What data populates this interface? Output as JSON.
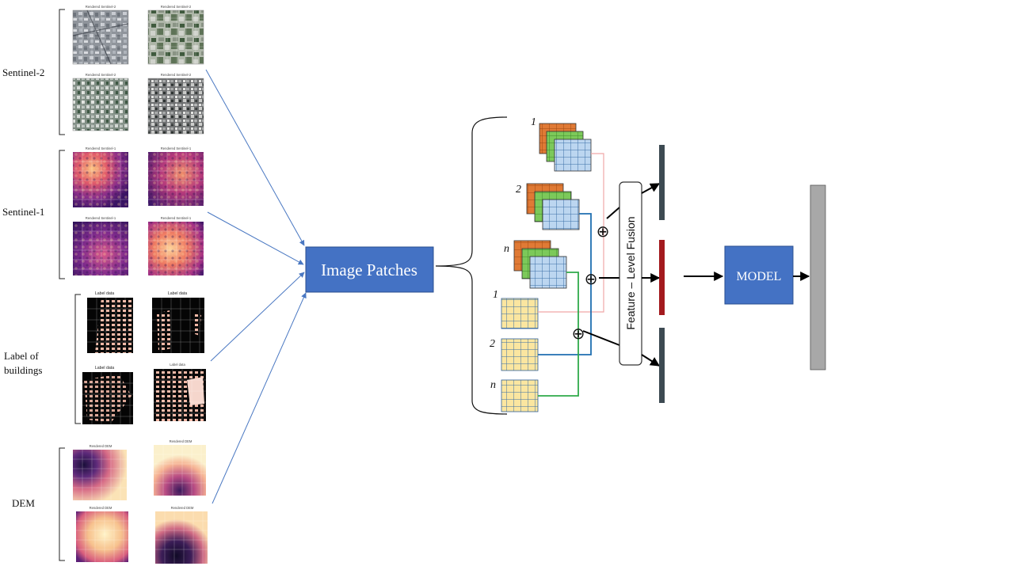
{
  "sources": [
    {
      "label": "Sentinel-2",
      "panels": [
        "Rendered Sentinel-2",
        "Rendered Sentinel-2",
        "Rendered Sentinel-2",
        "Rendered Sentinel-2"
      ]
    },
    {
      "label": "Sentinel-1",
      "panels": [
        "Rendered Sentinel-1",
        "Rendered Sentinel-1",
        "Rendered Sentinel-1",
        "Rendered Sentinel-1"
      ]
    },
    {
      "label_lines": [
        "Label of",
        "buildings"
      ],
      "panels": [
        "Label data",
        "Label data",
        "Label data",
        "Label data"
      ]
    },
    {
      "label": "DEM",
      "panels": [
        "Rendered DEM",
        "Rendered DEM",
        "Rendered DEM",
        "Rendered DEM"
      ]
    }
  ],
  "image_patches_label": "Image Patches",
  "feature_groups": [
    {
      "num": "1"
    },
    {
      "num": "2"
    },
    {
      "num": "n"
    }
  ],
  "single_groups": [
    {
      "num": "1"
    },
    {
      "num": "2"
    },
    {
      "num": "n"
    }
  ],
  "plus_symbol": "⊕",
  "fusion_label": "Feature – Level Fusion",
  "model_label": "MODEL",
  "colors": {
    "box_blue": "#4472c4",
    "orange": "#e07a35",
    "green": "#7cc95a",
    "light_blue": "#bcd6f0",
    "yellow": "#fbe6a0",
    "dark_bar": "#3d4a52",
    "red_bar": "#a31a1e",
    "output_grey": "#a8a8a8",
    "line_pink": "#f0a8a8",
    "line_blue": "#1f6fb0",
    "line_green": "#2faa4a",
    "arrow_blue": "#4a78c2"
  }
}
